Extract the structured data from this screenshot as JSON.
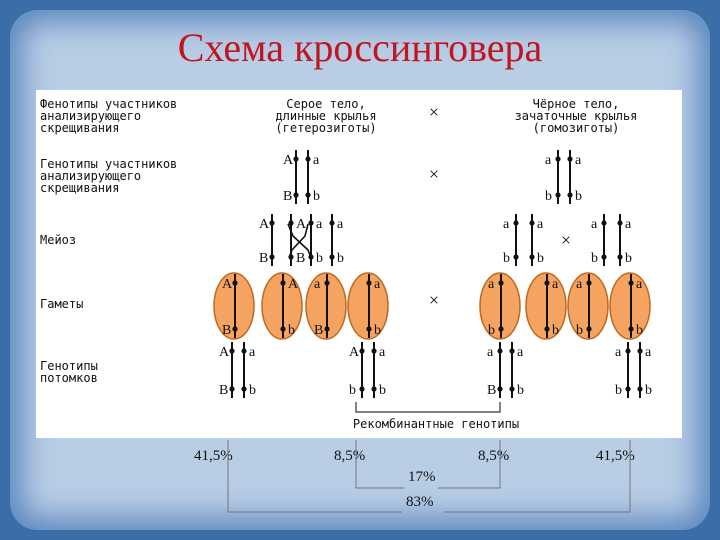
{
  "title": "Схема кроссинговера",
  "rows": {
    "phenotypes": "Фенотипы участников\nанализирующего\nскрещивания",
    "genotypes": "Генотипы участников\nанализирующего\nскрещивания",
    "meiosis": "Мейоз",
    "gametes": "Гаметы",
    "offspring": "Генотипы\nпотомков"
  },
  "parent1_phenotype": "Серое тело,\nдлинные крылья\n(гетерозиготы)",
  "parent2_phenotype": "Чёрное тело,\nзачаточные крылья\n(гомозиготы)",
  "cross_symbol": "×",
  "recombinant_label": "Рекомбинантные генотипы",
  "alleles": {
    "A": "A",
    "a": "a",
    "B": "B",
    "b": "b"
  },
  "percentages": {
    "p1": "41,5%",
    "p2": "8,5%",
    "p3": "8,5%",
    "p4": "41,5%",
    "recombinant_total": "17%",
    "parental_total": "83%"
  },
  "colors": {
    "title": "#c0161f",
    "frame": "#3b6ea8",
    "gamete_fill": "#f4a460",
    "chromosome": "#111111"
  }
}
